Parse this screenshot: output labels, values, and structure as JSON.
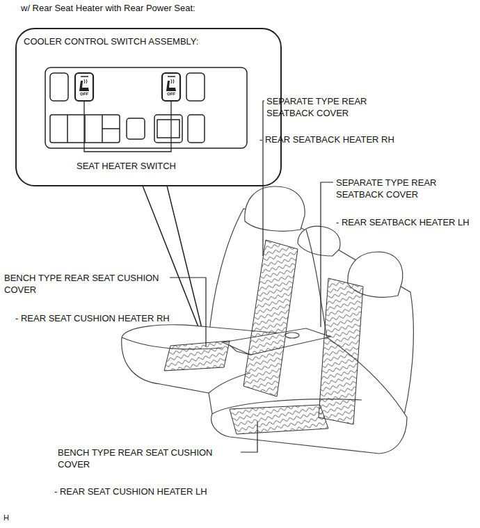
{
  "diagram": {
    "title": "w/ Rear Seat Heater with Rear Power Seat:",
    "nodes": [
      {
        "text": [
          "COOLER CONTROL SWITCH ASSEMBLY:",
          "SEAT HEATER SWITCH"
        ]
      }
    ],
    "labels": [
      "OFF",
      "OFF",
      "SEPARATE TYPE REAR SEATBACK COVER",
      "- REAR SEATBACK HEATER RH",
      "SEPARATE TYPE REAR SEATBACK COVER",
      "- REAR SEATBACK HEATER LH",
      "BENCH TYPE REAR SEAT CUSHION COVER",
      "- REAR SEAT CUSHION HEATER RH",
      "BENCH TYPE REAR SEAT CUSHION COVER",
      "- REAR SEAT CUSHION HEATER LH",
      "H"
    ]
  }
}
